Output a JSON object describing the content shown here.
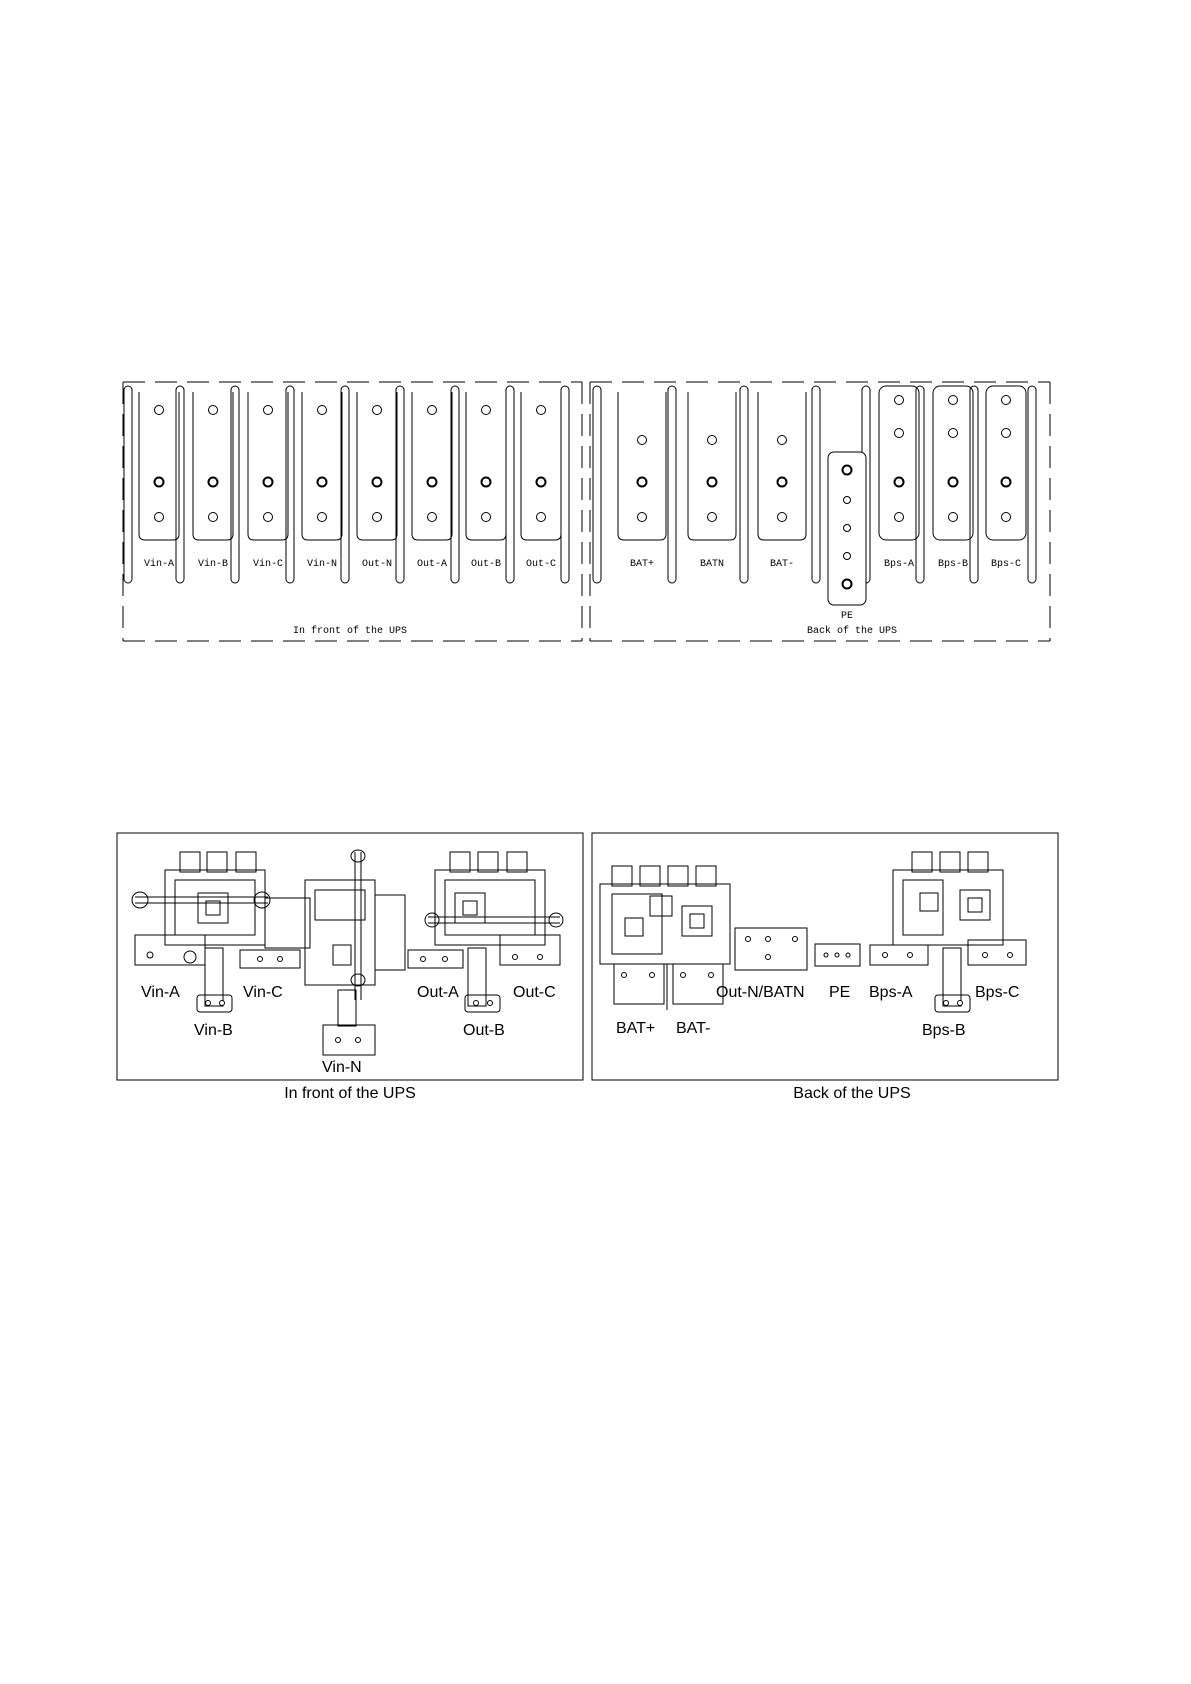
{
  "top_diagram": {
    "front_caption": "In front of the UPS",
    "back_caption": "Back of the UPS",
    "front_bars": [
      "Vin-A",
      "Vin-B",
      "Vin-C",
      "Vin-N",
      "Out-N",
      "Out-A",
      "Out-B",
      "Out-C"
    ],
    "back_bars": [
      "BAT+",
      "BATN",
      "BAT-"
    ],
    "bypass_bars": [
      "Bps-A",
      "Bps-B",
      "Bps-C"
    ],
    "pe_label": "PE"
  },
  "bottom_diagram": {
    "front_caption": "In front of the UPS",
    "back_caption": "Back of the UPS",
    "labels": {
      "vin_a": "Vin-A",
      "vin_b": "Vin-B",
      "vin_c": "Vin-C",
      "vin_n": "Vin-N",
      "out_a": "Out-A",
      "out_b": "Out-B",
      "out_c": "Out-C",
      "bat_plus": "BAT+",
      "bat_minus": "BAT-",
      "out_n_batn": "Out-N/BATN",
      "pe": "PE",
      "bps_a": "Bps-A",
      "bps_b": "Bps-B",
      "bps_c": "Bps-C"
    }
  }
}
